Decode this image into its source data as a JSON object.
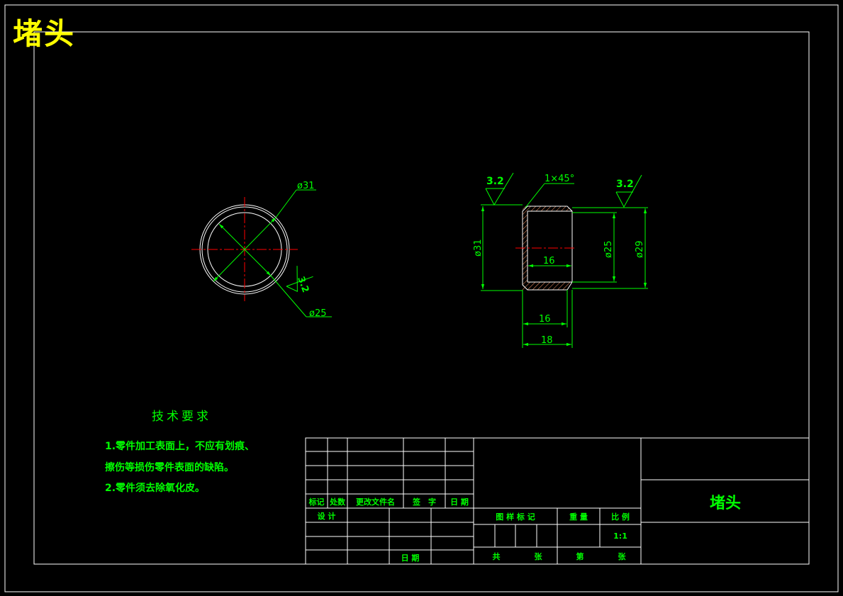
{
  "drawing": {
    "title": "堵头",
    "colors": {
      "background": "#000000",
      "frame": "#ffffff",
      "dimension": "#00ff00",
      "centerline": "#ff0000",
      "title_corner": "#ffff00",
      "hatch": "#ff9966"
    }
  },
  "left_view": {
    "dim_outer": "ø31",
    "dim_inner": "ø25",
    "roughness": "3.2"
  },
  "section_view": {
    "roughness_left": "3.2",
    "roughness_right": "3.2",
    "chamfer": "1×45°",
    "dim_od": "ø31",
    "dim_id": "ø25",
    "dim_29": "ø29",
    "dim_inner_len": "16",
    "dim_len_16": "16",
    "dim_len_18": "18"
  },
  "tech_requirements": {
    "title": "技术要求",
    "line1": "1.零件加工表面上，不应有划痕、",
    "line2": "擦伤等损伤零件表面的缺陷。",
    "line3": "2.零件须去除氧化皮。"
  },
  "title_block": {
    "mark": "标记",
    "count": "处数",
    "change_doc": "更改文件名",
    "signature": "签　字",
    "date": "日 期",
    "design": "设 计",
    "date2": "日 期",
    "pattern_mark": "图 样 标 记",
    "weight": "重 量",
    "scale": "比 例",
    "scale_value": "1:1",
    "total": "共",
    "sheets": "张",
    "sheet_no": "第",
    "sheets2": "张",
    "part_name": "堵头"
  }
}
